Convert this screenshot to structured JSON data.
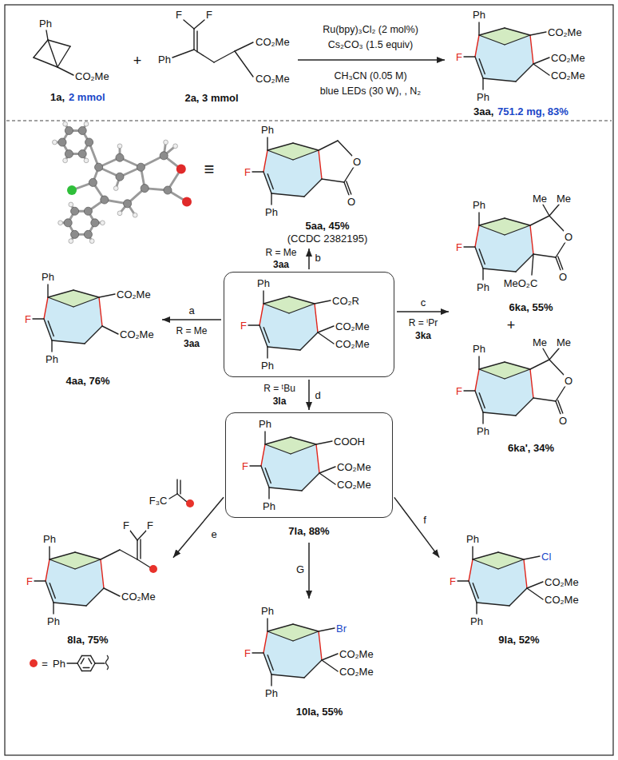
{
  "diagram": {
    "nodes": [
      {
        "text": [
          "Ph",
          "CO₂Me",
          "1a,",
          "2 mmol"
        ]
      },
      {
        "text": [
          "F",
          "F",
          "Ph",
          "CO₂Me",
          "CO₂Me",
          "2a, 3 mmol"
        ]
      },
      {
        "text": [
          "Ph",
          "F",
          "Ph",
          "CO₂Me",
          "CO₂Me",
          "CO₂Me",
          "3aa,",
          "751.2 mg, 83%"
        ]
      },
      {
        "text": [
          "Ph",
          "F",
          "Ph",
          "CO₂R",
          "CO₂Me",
          "CO₂Me"
        ]
      },
      {
        "text": [
          "Ph",
          "F",
          "Ph",
          "O",
          "O",
          "5aa, 45%",
          "(CCDC 2382195)"
        ]
      },
      {
        "text": [
          "Ph",
          "F",
          "Ph",
          "CO₂Me",
          "CO₂Me",
          "4aa, 76%"
        ]
      },
      {
        "text": [
          "Ph",
          "Me",
          "Me",
          "F",
          "O",
          "O",
          "Ph",
          "MeO₂C",
          "6ka, 55%"
        ]
      },
      {
        "text": [
          "Ph",
          "Me",
          "Me",
          "F",
          "O",
          "O",
          "Ph",
          "6ka', 34%"
        ]
      },
      {
        "text": [
          "Ph",
          "COOH",
          "F",
          "CO₂Me",
          "CO₂Me",
          "Ph",
          "7la, 88%"
        ]
      },
      {
        "text": [
          "Ph",
          "F",
          "F",
          "F",
          "Ph",
          "CO₂Me",
          "8la, 75%"
        ]
      },
      {
        "text": [
          "Ph",
          "Cl",
          "F",
          "CO₂Me",
          "CO₂Me",
          "Ph",
          "9la, 52%"
        ]
      },
      {
        "text": [
          "Ph",
          "Br",
          "F",
          "CO₂Me",
          "CO₂Me",
          "Ph",
          "10la, 55%"
        ]
      }
    ],
    "edges": [
      {
        "from": 1,
        "to": 2,
        "arrow": "to"
      },
      {
        "from": 3,
        "to": 4,
        "label": "b",
        "arrow": "to"
      },
      {
        "from": 3,
        "to": 5,
        "label": "a",
        "arrow": "to"
      },
      {
        "from": 3,
        "to": 6,
        "label": "c",
        "arrow": "to"
      },
      {
        "from": 3,
        "to": 8,
        "label": "d",
        "arrow": "to"
      },
      {
        "from": 8,
        "to": 9,
        "label": "e",
        "arrow": "to"
      },
      {
        "from": 8,
        "to": 10,
        "label": "f",
        "arrow": "to"
      },
      {
        "from": 8,
        "to": 11,
        "label": "G",
        "arrow": "to"
      }
    ],
    "labels": [
      "+",
      "Ru(bpy)₃Cl₂ (2 mol%)",
      "Cs₂CO₃ (1.5 equiv)",
      "CH₃CN (0.05 M)",
      "blue LEDs (30 W), , N₂",
      "≡",
      "R = Me",
      "3aa",
      "R = Me",
      "3aa",
      "R = ⁱPr",
      "3ka",
      "R = ᵗBu",
      "3la",
      "+",
      "F₃C",
      "=",
      "Ph"
    ]
  }
}
